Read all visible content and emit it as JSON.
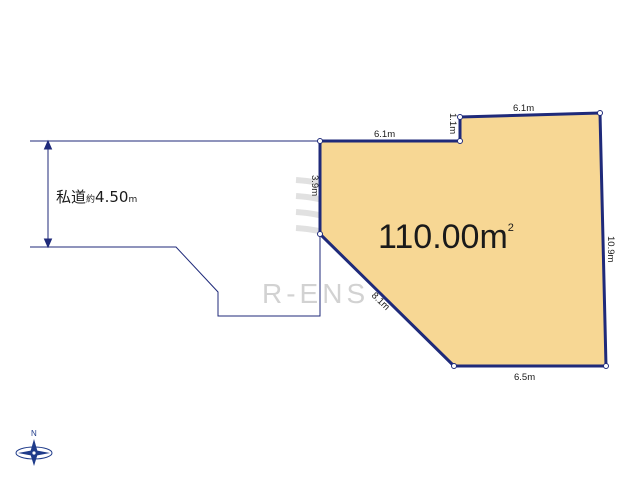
{
  "lot": {
    "area_value": "110.00",
    "area_unit": "m",
    "area_unit_sup": "2",
    "fill_color": "#f7d794",
    "border_color": "#1f2a7a"
  },
  "dimensions": {
    "top_left_edge": "6.1m",
    "step_edge": "1.1m",
    "top_right_edge": "6.1m",
    "right_edge": "10.9m",
    "bottom_edge": "6.5m",
    "diagonal_edge": "8.1m",
    "left_edge": "3.9m"
  },
  "road": {
    "label": "私道",
    "approx": "約",
    "width": "4.50",
    "unit": "m"
  },
  "watermark": {
    "text": "R-ENS"
  },
  "compass": {
    "north_label": "N",
    "icon": "compass-rose-icon"
  }
}
